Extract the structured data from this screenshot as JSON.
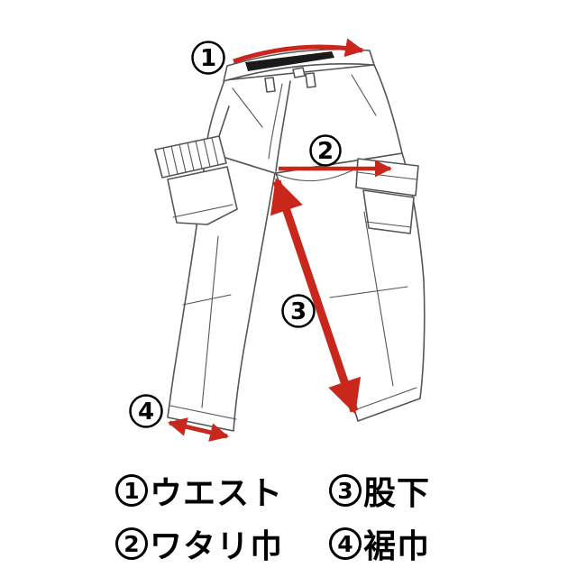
{
  "figure": {
    "type": "measurement-diagram",
    "subject": "pants"
  },
  "colors": {
    "arrow": "#c9271c",
    "outline": "#555555",
    "text": "#000000"
  },
  "legend": {
    "items": [
      {
        "number": "1",
        "label": "ウエスト"
      },
      {
        "number": "2",
        "label": "ワタリ巾"
      },
      {
        "number": "3",
        "label": "股下"
      },
      {
        "number": "4",
        "label": "裾巾"
      }
    ]
  }
}
